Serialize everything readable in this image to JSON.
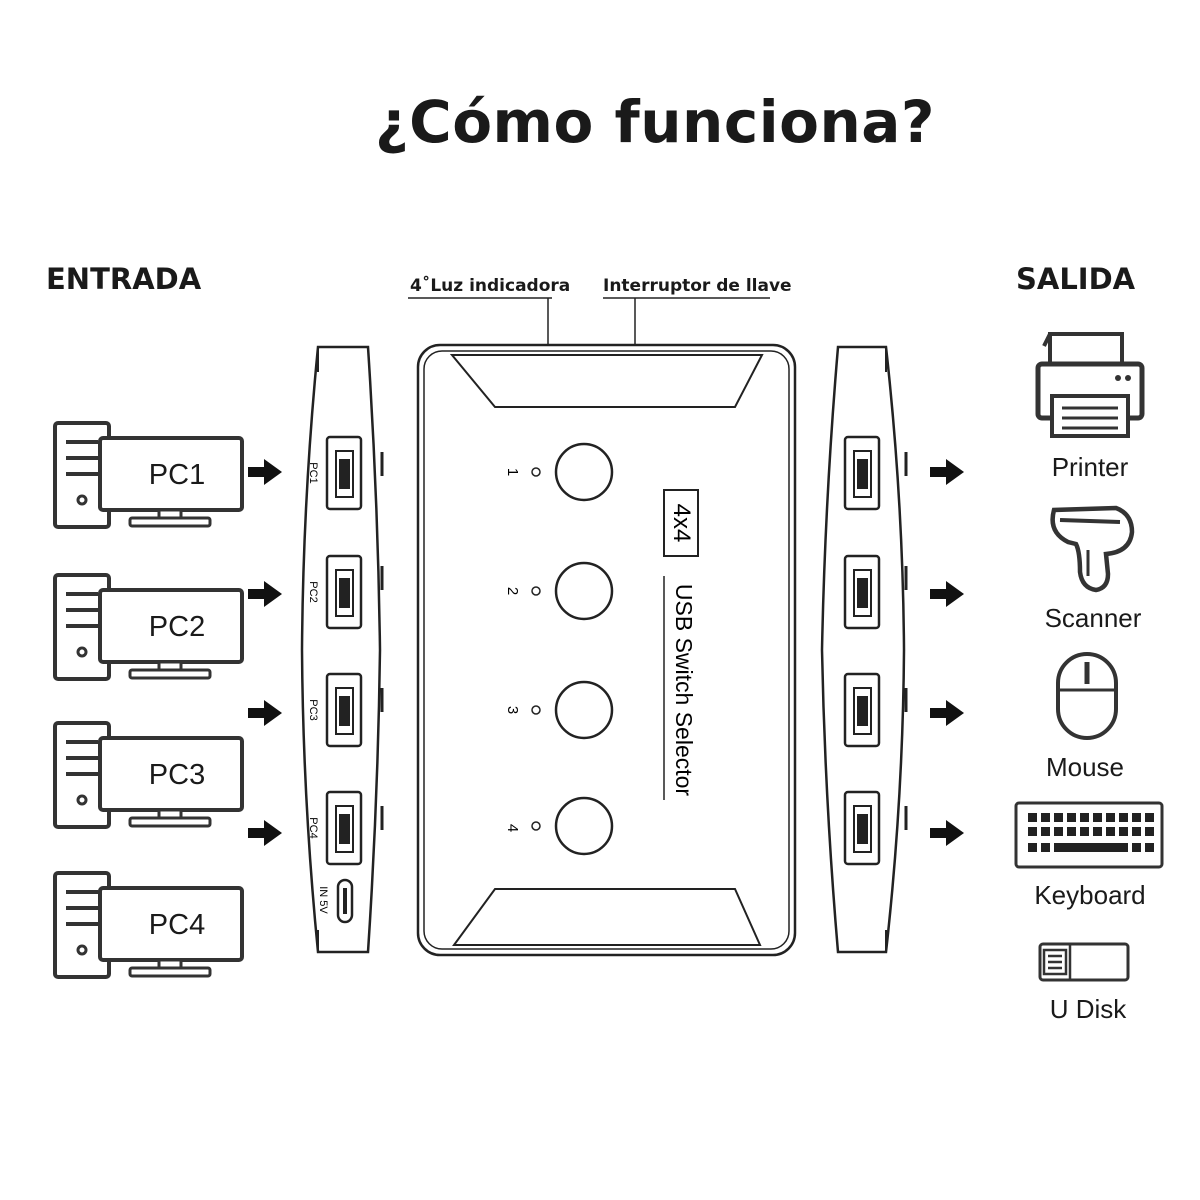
{
  "title": "¿Cómo funciona?",
  "input_label": "ENTRADA",
  "output_label": "SALIDA",
  "callouts": {
    "indicator_light": "4˚Luz indicadora",
    "key_switch": "Interruptor de llave"
  },
  "inputs": [
    {
      "label": "PC1",
      "port_label": "PC1"
    },
    {
      "label": "PC2",
      "port_label": "PC2"
    },
    {
      "label": "PC3",
      "port_label": "PC3"
    },
    {
      "label": "PC4",
      "port_label": "PC4"
    }
  ],
  "power_port_label": "IN 5V",
  "switch": {
    "badge": "4x4",
    "name": "USB Switch Selector",
    "button_numbers": [
      "1",
      "2",
      "3",
      "4"
    ]
  },
  "outputs": [
    {
      "label": "Printer",
      "icon": "printer-icon"
    },
    {
      "label": "Scanner",
      "icon": "scanner-icon"
    },
    {
      "label": "Mouse",
      "icon": "mouse-icon"
    },
    {
      "label": "Keyboard",
      "icon": "keyboard-icon"
    },
    {
      "label": "U Disk",
      "icon": "usb-disk-icon"
    }
  ]
}
